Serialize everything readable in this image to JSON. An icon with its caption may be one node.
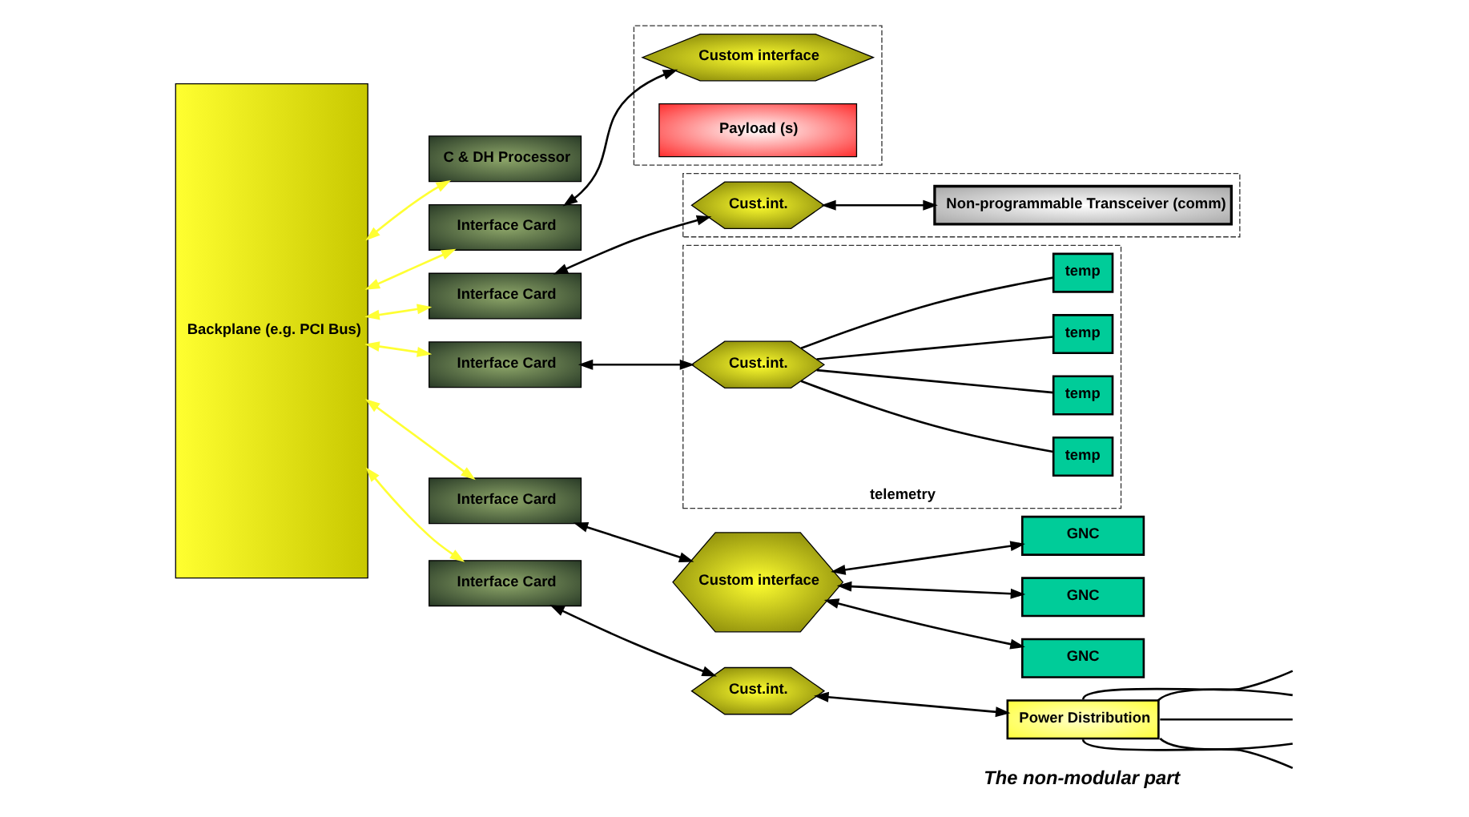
{
  "diagram": {
    "nodes": [
      {
        "text": [
          "Backplane (e.g. PCI Bus)"
        ]
      },
      {
        "text": [
          "C & DH Processor"
        ]
      },
      {
        "text": [
          "Interface Card"
        ]
      },
      {
        "text": [
          "Interface Card"
        ]
      },
      {
        "text": [
          "Interface Card"
        ]
      },
      {
        "text": [
          "Interface Card"
        ]
      },
      {
        "text": [
          "Interface Card"
        ]
      },
      {
        "text": [],
        "shape": "box"
      },
      {
        "text": [
          "Custom interface"
        ],
        "in": 7
      },
      {
        "text": [
          "Payload (s)"
        ],
        "in": 7
      },
      {
        "text": [],
        "shape": "box"
      },
      {
        "text": [
          "Cust.int."
        ],
        "in": 10
      },
      {
        "text": [
          "Non-programmable Transceiver (comm)"
        ],
        "in": 10
      },
      {
        "text": [
          "Custom interface"
        ]
      },
      {
        "text": [
          "GNC"
        ]
      },
      {
        "text": [
          "GNC"
        ]
      },
      {
        "text": [
          "GNC"
        ]
      },
      {
        "text": [
          "telemetry"
        ]
      },
      {
        "text": [
          "Cust.int."
        ],
        "in": 17
      },
      {
        "text": [
          "temp"
        ],
        "in": 17
      },
      {
        "text": [
          "temp"
        ],
        "in": 17
      },
      {
        "text": [
          "temp"
        ],
        "in": 17
      },
      {
        "text": [
          "temp"
        ],
        "in": 17
      },
      {
        "text": [
          "Cust.int."
        ]
      },
      {
        "text": [
          "Power Distribution"
        ],
        "beside": [
          "The non-modular part"
        ]
      }
    ],
    "edges": [
      {
        "from": 0,
        "to": 1,
        "arrow": "both",
        "color": "#ffff33"
      },
      {
        "from": 0,
        "to": 2,
        "arrow": "both",
        "color": "#ffff33"
      },
      {
        "from": 0,
        "to": 3,
        "arrow": "both",
        "color": "#ffff33"
      },
      {
        "from": 0,
        "to": 4,
        "arrow": "both",
        "color": "#ffff33"
      },
      {
        "from": 0,
        "to": 5,
        "arrow": "both",
        "color": "#ffff33"
      },
      {
        "from": 0,
        "to": 6,
        "arrow": "both",
        "color": "#ffff33"
      },
      {
        "from": 2,
        "to": 8,
        "arrow": "both"
      },
      {
        "from": 3,
        "to": 11,
        "arrow": "both"
      },
      {
        "from": 11,
        "to": 12,
        "arrow": "both"
      },
      {
        "from": 4,
        "to": 13,
        "arrow": "both"
      },
      {
        "from": 13,
        "to": 14,
        "arrow": "both"
      },
      {
        "from": 13,
        "to": 15,
        "arrow": "both"
      },
      {
        "from": 13,
        "to": 16,
        "arrow": "both"
      },
      {
        "from": 5,
        "to": 23,
        "arrow": "both"
      },
      {
        "from": 23,
        "to": 24,
        "arrow": "both"
      },
      {
        "from": 6,
        "to": 18,
        "arrow": "both"
      },
      {
        "from": 18,
        "to": 19,
        "arrow": "none"
      },
      {
        "from": 18,
        "to": 20,
        "arrow": "none"
      },
      {
        "from": 18,
        "to": 21,
        "arrow": "none"
      },
      {
        "from": 18,
        "to": 22,
        "arrow": "none"
      },
      {
        "from": 24,
        "to": null,
        "arrow": "none"
      },
      {
        "from": 24,
        "to": null,
        "arrow": "none"
      },
      {
        "from": 24,
        "to": null,
        "arrow": "none"
      },
      {
        "from": 24,
        "to": null,
        "arrow": "none"
      },
      {
        "from": 24,
        "to": null,
        "arrow": "none"
      }
    ]
  }
}
